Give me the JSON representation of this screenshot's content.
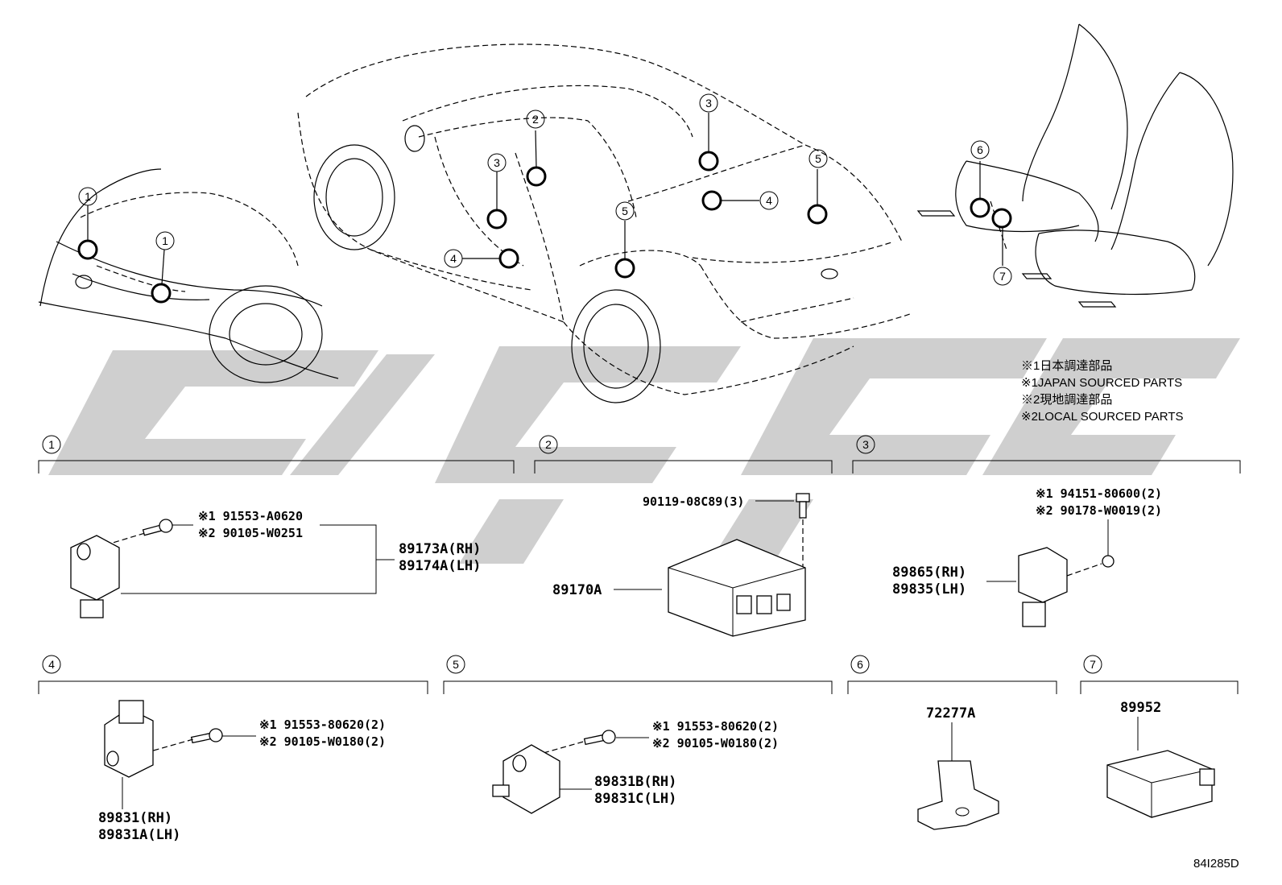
{
  "notes": {
    "line1": "※1日本調達部品",
    "line2": "※1JAPAN SOURCED PARTS",
    "line3": "※2現地調達部品",
    "line4": "※2LOCAL SOURCED PARTS"
  },
  "sections": {
    "s1": {
      "num": "1",
      "bolt1": "※1 91553-A0620",
      "bolt2": "※2 90105-W0251",
      "part_rh": "89173A(RH)",
      "part_lh": "89174A(LH)"
    },
    "s2": {
      "num": "2",
      "bolt": "90119-08C89(3)",
      "part": "89170A"
    },
    "s3": {
      "num": "3",
      "bolt1": "※1 94151-80600(2)",
      "bolt2": "※2 90178-W0019(2)",
      "part_rh": "89865(RH)",
      "part_lh": "89835(LH)"
    },
    "s4": {
      "num": "4",
      "bolt1": "※1 91553-80620(2)",
      "bolt2": "※2 90105-W0180(2)",
      "part_rh": "89831(RH)",
      "part_lh": "89831A(LH)"
    },
    "s5": {
      "num": "5",
      "bolt1": "※1 91553-80620(2)",
      "bolt2": "※2 90105-W0180(2)",
      "part_rh": "89831B(RH)",
      "part_lh": "89831C(LH)"
    },
    "s6": {
      "num": "6",
      "part": "72277A"
    },
    "s7": {
      "num": "7",
      "part": "89952"
    }
  },
  "callouts": {
    "c1": "1",
    "c2": "2",
    "c3": "3",
    "c4": "4",
    "c5": "5",
    "c6": "6",
    "c7": "7"
  },
  "diagram_id": "84I285D"
}
